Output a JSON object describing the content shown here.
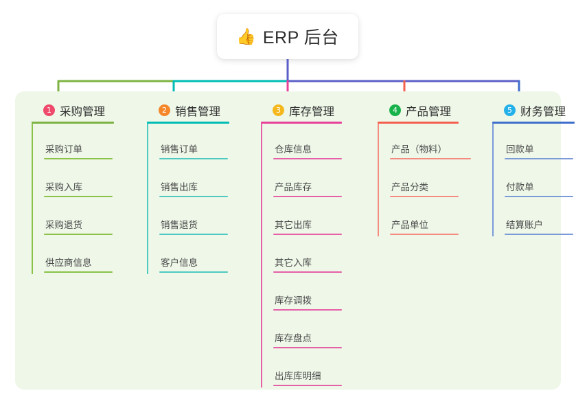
{
  "diagram": {
    "type": "org-chart",
    "root": {
      "icon": "thumbs-up-icon",
      "icon_glyph": "👍",
      "title": "ERP 后台"
    },
    "panel_background": "#eef7e8",
    "columns": [
      {
        "index": "1",
        "title": "采购管理",
        "badge_color": "#ef4a6b",
        "rule_color": "#7cb342",
        "leaf_color": "#8bc34a",
        "items": [
          {
            "label": "采购订单"
          },
          {
            "label": "采购入库"
          },
          {
            "label": "采购退货"
          },
          {
            "label": "供应商信息"
          }
        ]
      },
      {
        "index": "2",
        "title": "销售管理",
        "badge_color": "#f5872a",
        "rule_color": "#00bcb4",
        "leaf_color": "#4dc9c0",
        "items": [
          {
            "label": "销售订单"
          },
          {
            "label": "销售出库"
          },
          {
            "label": "销售退货"
          },
          {
            "label": "客户信息"
          }
        ]
      },
      {
        "index": "3",
        "title": "库存管理",
        "badge_color": "#f5b81c",
        "rule_color": "#e8419a",
        "leaf_color": "#e660a8",
        "items": [
          {
            "label": "仓库信息"
          },
          {
            "label": "产品库存"
          },
          {
            "label": "其它出库"
          },
          {
            "label": "其它入库"
          },
          {
            "label": "库存调拨"
          },
          {
            "label": "库存盘点"
          },
          {
            "label": "出库库明细"
          }
        ]
      },
      {
        "index": "4",
        "title": "产品管理",
        "badge_color": "#18b24a",
        "rule_color": "#f4604f",
        "leaf_color": "#f58a80",
        "items": [
          {
            "label": "产品（物料）",
            "wide": true
          },
          {
            "label": "产品分类"
          },
          {
            "label": "产品单位"
          }
        ]
      },
      {
        "index": "5",
        "title": "财务管理",
        "badge_color": "#24b0e8",
        "rule_color": "#3f6ecb",
        "leaf_color": "#7b9ad8",
        "items": [
          {
            "label": "回款单"
          },
          {
            "label": "付款单"
          },
          {
            "label": "结算账户"
          }
        ]
      }
    ],
    "connector_colors": {
      "root_drop": "#5a5fc7",
      "bus_segment_1": "#7cb342",
      "bus_segment_2": "#00bcb4",
      "bus_segment_3": "#5a5fc7",
      "drop_1": "#7cb342",
      "drop_2": "#00bcb4",
      "drop_3": "#e8419a",
      "drop_4": "#f4604f",
      "drop_5": "#3f6ecb"
    }
  }
}
